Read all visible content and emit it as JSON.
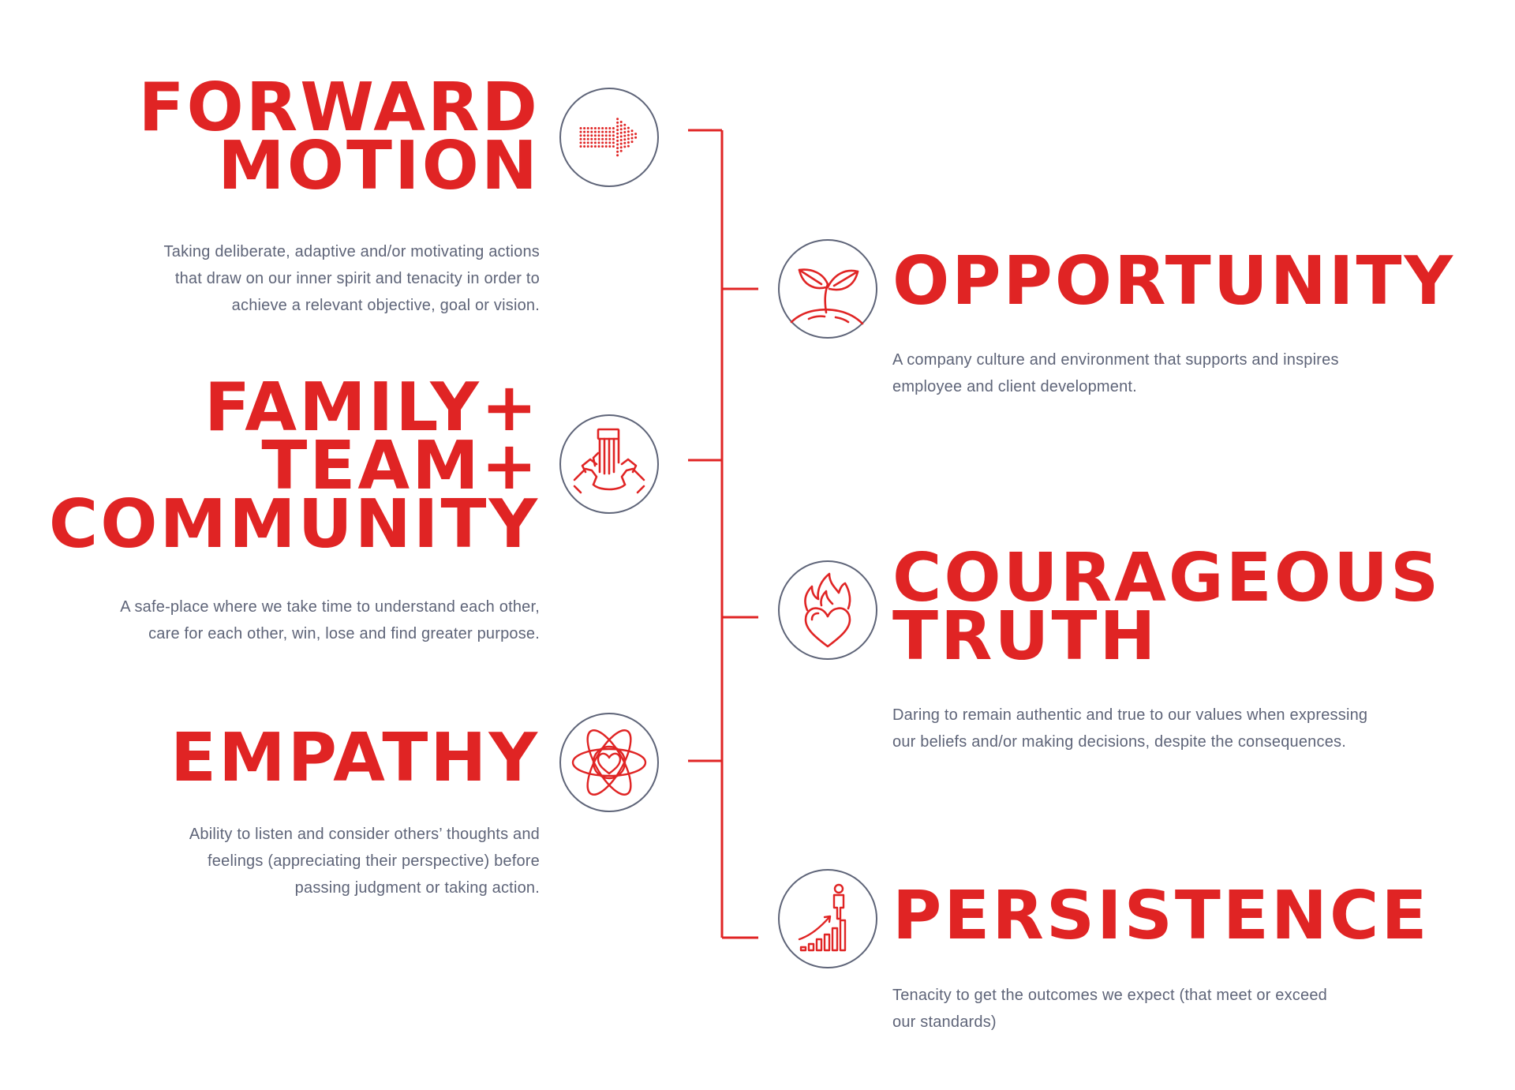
{
  "colors": {
    "accent": "#e02424",
    "text": "#5e6478",
    "circle": "#5e6478",
    "background": "#ffffff"
  },
  "values": [
    {
      "key": "forward_motion",
      "title_lines": [
        "FORWARD",
        "MOTION"
      ],
      "description_lines": [
        "Taking deliberate, adaptive and/or motivating actions",
        "that draw on our inner spirit and tenacity in order to",
        "achieve a relevant objective, goal or vision."
      ],
      "icon": "dotted-arrow-icon"
    },
    {
      "key": "opportunity",
      "title_lines": [
        "OPPORTUNITY"
      ],
      "description_lines": [
        "A company culture and environment that supports and inspires",
        "employee and client development."
      ],
      "icon": "sprout-icon"
    },
    {
      "key": "family_team_community",
      "title_lines": [
        "FAMILY+",
        "TEAM+",
        "COMMUNITY"
      ],
      "description_lines": [
        "A safe-place where we take time to understand each other,",
        "care for each other, win, lose and find greater purpose."
      ],
      "icon": "stacked-hands-icon"
    },
    {
      "key": "courageous_truth",
      "title_lines": [
        "COURAGEOUS",
        "TRUTH"
      ],
      "description_lines": [
        "Daring to remain authentic and true to our values when expressing",
        "our beliefs and/or making decisions, despite the consequences."
      ],
      "icon": "flaming-heart-icon"
    },
    {
      "key": "empathy",
      "title_lines": [
        "EMPATHY"
      ],
      "description_lines": [
        "Ability to listen and consider others’ thoughts and",
        "feelings (appreciating their perspective) before",
        "passing judgment or taking action."
      ],
      "icon": "atom-heart-icon"
    },
    {
      "key": "persistence",
      "title_lines": [
        "PERSISTENCE"
      ],
      "description_lines": [
        "Tenacity to get the outcomes we expect (that meet or exceed",
        "our standards)"
      ],
      "icon": "rising-bars-person-icon"
    }
  ]
}
